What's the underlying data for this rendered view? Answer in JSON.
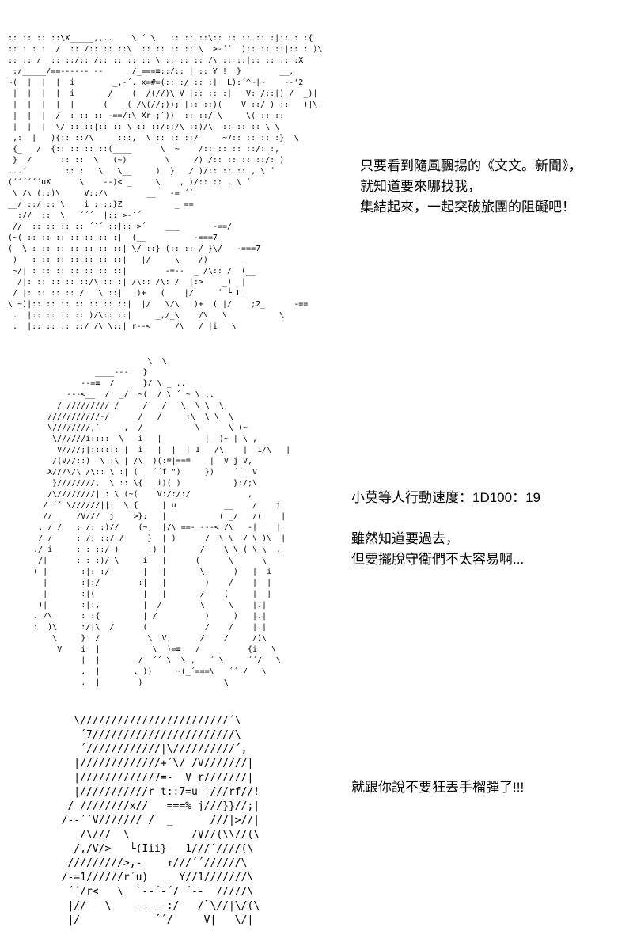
{
  "page": {
    "background": "#ffffff",
    "text_color": "#000000"
  },
  "captions": [
    {
      "lines": "只要看到隨風飄揚的《文文。新聞》，\n就知道要來哪找我，\n集結起來，一起突破旅團的阻礙吧！"
    },
    {
      "lines": "小莫等人行動速度：1D100：19\n\n雖然知道要過去，\n但要擺脫守衛們不太容易啊..."
    },
    {
      "lines": "就跟你說不要狂丟手榴彈了!!!"
    }
  ],
  "panels": [
    {
      "art": [
        " :: :: :: ::\\X_____,,..    \\ ´ \\   :: :: ::\\:: :: :: :: :|:: : :{",
        " :: : : :  /  :: /:: :: ::\\  :: :: :: :: \\  >-´´  ):: :: ::|:: : )\\",
        " :: :: /  :: ::/:: /:: :: :: :: \\ :: :: :: /\\ :: ::|:: :: :: :X",
        "  :/_____/==------ --      /_===≡::/:: | :: Y !  }        __,",
        " ~(  |  |  |  i        _,-´. x=#=(:: :/ :: :|  L):´^~|~    --'2",
        "  |  |  |  |  i       /    (  /(//)\\ V |:: :: :|   V: /::|) /  _)|",
        "  |  |  |  |  |      (    ( /\\(//;)); |:: ::)(    V ::/ ) ::   )|\\",
        "  |  |  |  /  : :: :: -==/:\\ Xr_;´))  :: ::/_\\     \\( :: ::",
        "  |  |  |  \\/ :: ::|:: :: \\ :: ::/::/\\ ::)/\\  :: :: :: \\ \\",
        "  ,:  |   ){:: ::/\\____ :::,  \\ :: :: ::/     ~7:: :: :: :}  \\",
        "  {_   /  {:: :: :: ::(____      \\  ~    /:: :: :: ::/: :,",
        "  }  /      :: ::  \\   (~)        \\     /) /:: :: :: ::/: )",
        " ...´        :: :   \\   \\__     )  }   / )/:: :: :: , \\ ´",
        " (´´´´´´uX      \\    --)< _     \\    , )/:: :: , \\ ´",
        "  \\ /\\ (::)\\     V::/\\        __   -= ´´",
        " __/ ::/ :: \\    i : ::}Z           _ ==",
        "   ://  ::  \\   ´´´  |:: >-´´",
        "  //  :: :: :: :: ´´´ ::|:: >´    ___       -==/",
        " (~( :: :: :: :: :: :: :|  (__          -===7",
        " (  \\ : :: :: :: :: :: ::| \\/ ::} (:: :: / }\\/   -===7",
        "  )   : :: :: :: :: :: ::|   |/     \\    /)       _",
        "  ~/| : :: :: :: :: :: ::|        -=--  _ /\\:: /  (__",
        "   /|: :: :: :: ::/\\ :: :| /\\:: /\\: /  |:>    _)  |",
        "  / |: :: :: :: /   \\ ::|   )+   (    |/     ´ └ L",
        " \\ ~)|:: :: :: :: :: :: ::|  |/   \\/\\   )+  ( |/    ;2_      -==",
        "  .  |:: :: :: :: )/\\:: ::|     _,/_\\    /\\   \\           \\",
        "  .  |:: :: :: ::/ /\\ \\::| r--<     /\\   / |i   \\"
      ]
    },
    {
      "art": [
        "                           \\  \\",
        "                ____---   }",
        "             --=≡  /      }/ \\ _ ..",
        "          ---<__  /  _/  ~(  / \\ ´ ~ \\ ..",
        "        / ///////// /     /   /   \\  \\ \\  \\",
        "      ///////////-/      /   /     :\\  \\ \\  \\",
        "      \\////////,´     ,  /           \\      \\ (~",
        "       \\//////i::::  \\   i   |         | _)~ | \\ ,",
        "        V////;|:::::: |  i   |  |__| 1   /\\    |  1/\\   |",
        "       /(V//::)  \\ :\\ | /\\  )(:≡|==≡    |  V j V,",
        "      X///\\/\\ /\\:: \\ :| (   ´´f \")     })    ´´  V",
        "       }////////,  \\ :: \\{   i)( )           }:/;\\",
        "      /\\////////| : \\ (~(    V:/:/:/            ,",
        "     / ´´ \\//////||:  \\ {     | u          __    /    i",
        "     //     /V///  j    >}:   |           ( _/   /(    |",
        "    . / /   : /: :)//    (~,  |/\\ ==- ---< /\\   -|    |",
        "    / /     : /: ::/ /     }  | )      /  \\ \\  / \\ )\\  |",
        "   ./ i     : : ::/ )      .) |       /    \\ \\ ( \\ \\  .",
        "    /|      : : :)/ \\     i   |      (      \\      \\",
        "   ( |       :|: :/       |   |       \\      )   |  i",
        "     |       :|:/        :|   |        )    /    |  |",
        "     |       :|(          |   |       /    (     |  |",
        "    )|       :|:,         |  /        \\     \\    |.|",
        "   . /\\      : :{         | /          )     )   |.|",
        "   :  )\\     :/|\\  /      (            /    /    |.|",
        "       \\     }  /          \\  V,      /    /     /)\\",
        "        V    i  |           \\  )=≡   /          {i   \\",
        "             |  |        /  ´´ \\  \\ ,   ´ \\     ´´/   \\",
        "             .  |       . ))     ~(_´===\\   ´´ /   \\",
        "             .  |        )                 \\"
      ]
    },
    {
      "art": [
        "    \\////////////////////////´\\",
        "     ´7///////////////////////\\",
        "     ´////////////|\\//////////´,",
        "    |/////////////+´\\/ /V///////|",
        "    |////////////7=-  V r///////|",
        "    |///////////r t::7=u |///rf//!",
        "   / ////////x//   ===% j///}}//;|",
        "  /--´´V/////// /  _      ///|>//|",
        "     /\\///  \\          /V//(\\\\//(\\",
        "    /,/V/>   └(Iii}   1///´////(\\",
        "   /////////>,-    ↑///´´//////\\",
        "  /-=1//////r´u)     Y//1///////\\",
        "   ´´/r<   \\  `--´-´/ ´--  /////\\",
        "   |//   \\    -- --:/   /`\\//|\\/(\\",
        "   |/            ´´/     V|   \\/|"
      ]
    }
  ]
}
